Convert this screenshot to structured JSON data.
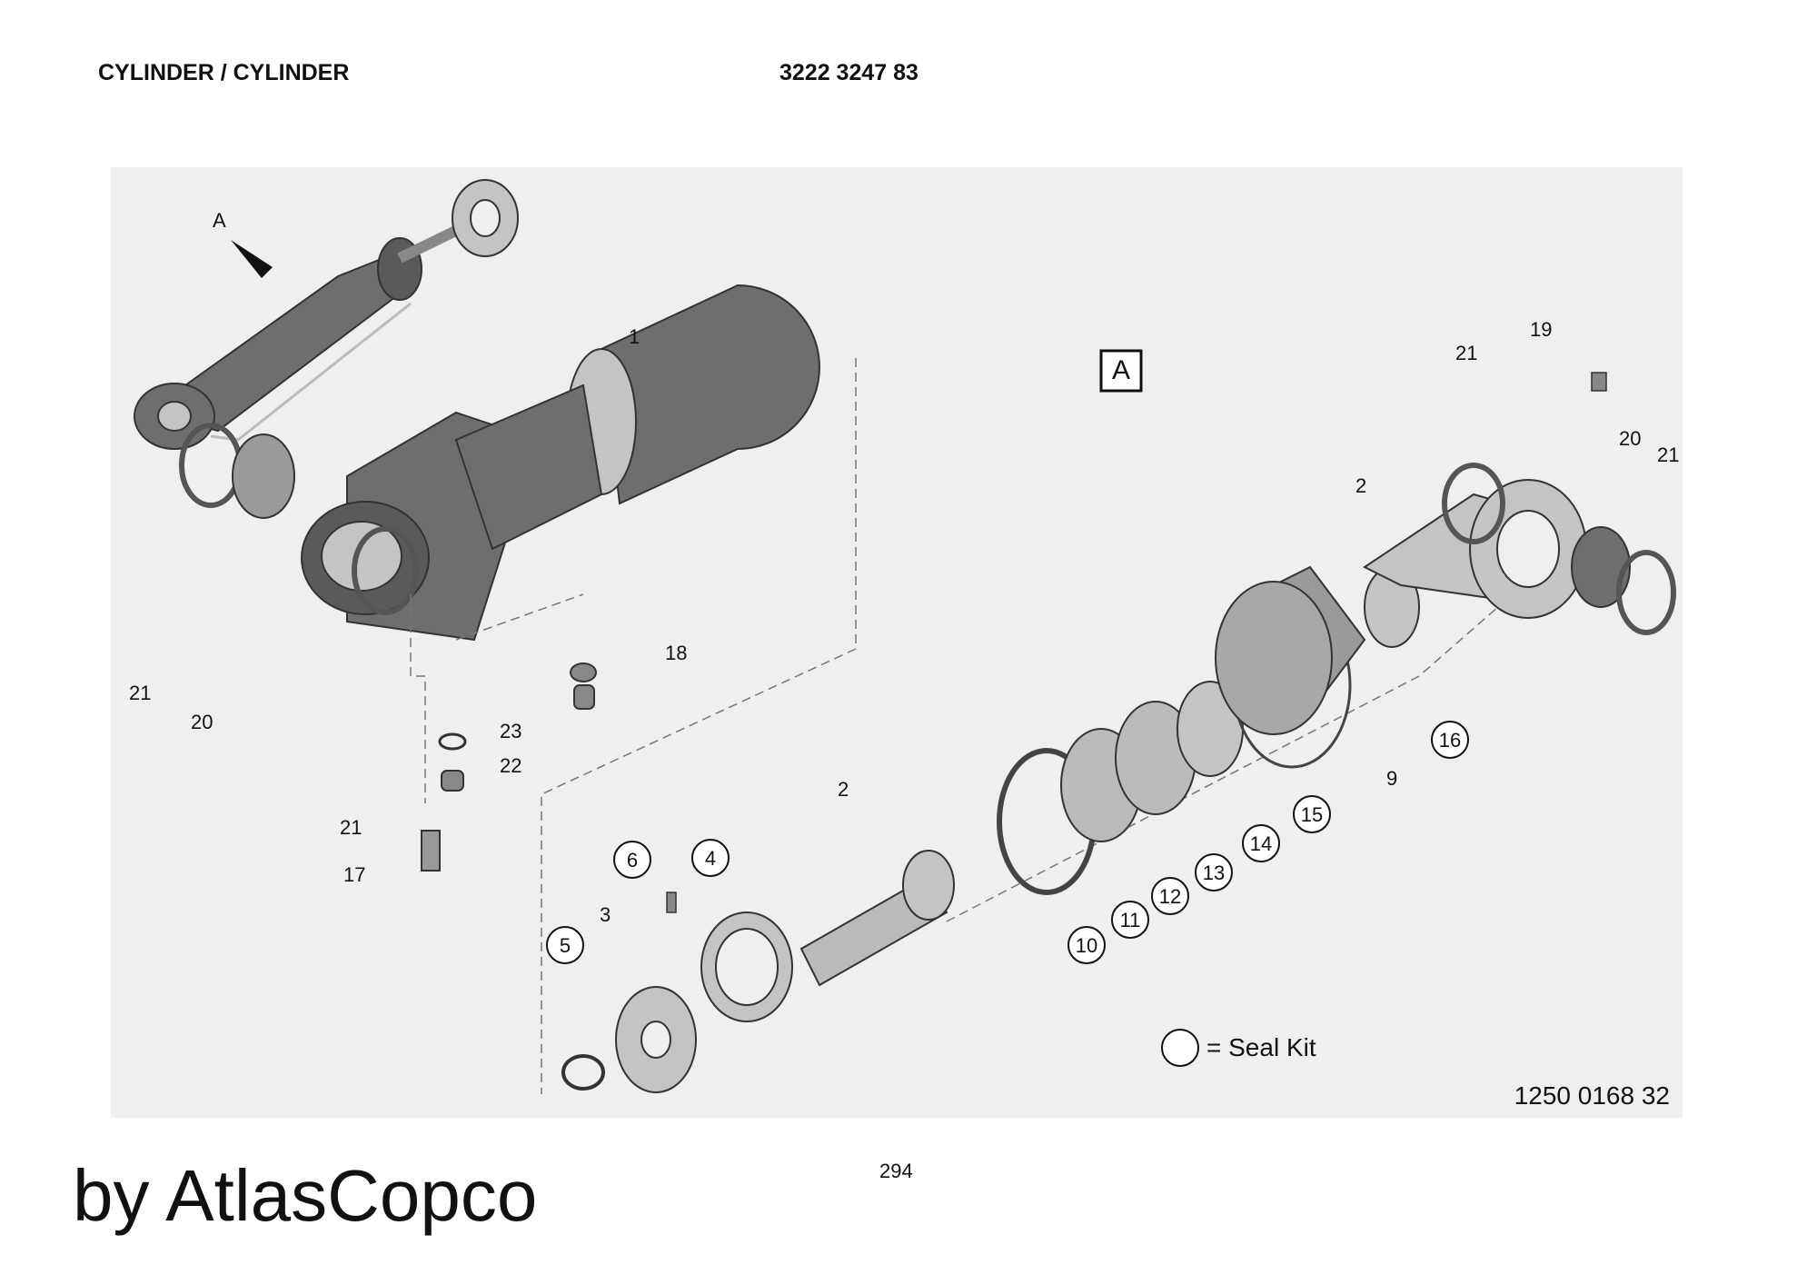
{
  "header": {
    "title": "CYLINDER / CYLINDER",
    "part_number": "3222 3247 83"
  },
  "figure": {
    "view_marker": "A",
    "detail_box": "A",
    "labels": [
      "1",
      "2",
      "2",
      "3",
      "9",
      "17",
      "18",
      "19",
      "20",
      "20",
      "21",
      "21",
      "21",
      "21",
      "22",
      "23"
    ],
    "seal_kit_callouts": [
      "4",
      "5",
      "6",
      "10",
      "11",
      "12",
      "13",
      "14",
      "15",
      "16"
    ],
    "seal_kit_legend": "= Seal Kit",
    "drawing_number": "1250 0168 32"
  },
  "footer": {
    "page_number": "294",
    "watermark": "by AtlasCopco"
  },
  "colors": {
    "background": "#ffffff",
    "figure_background": "#efefef",
    "body_dark": "#6e6e6e",
    "part_light": "#c4c4c4"
  }
}
